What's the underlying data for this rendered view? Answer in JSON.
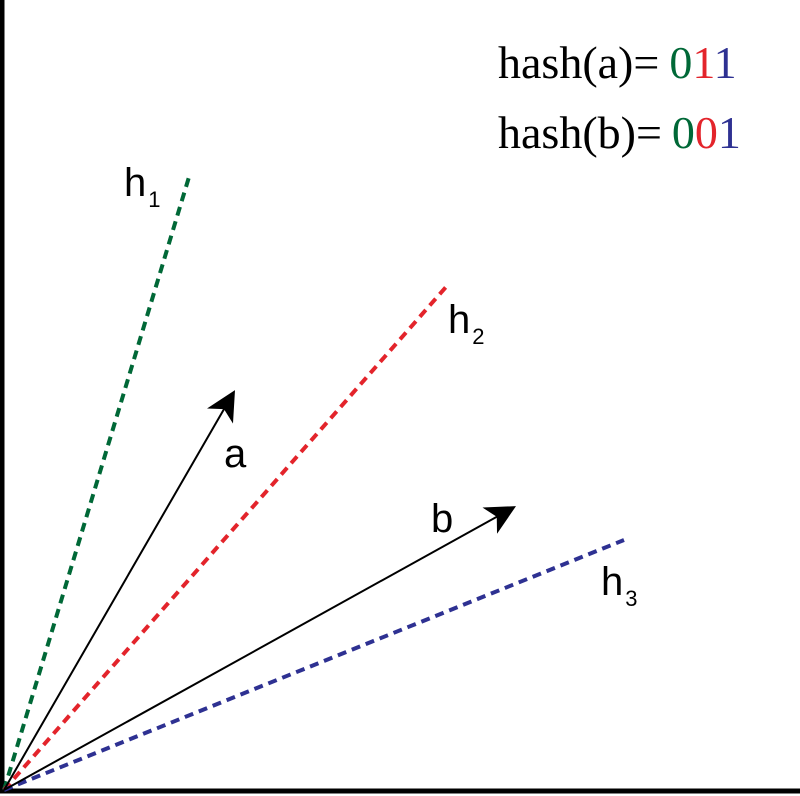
{
  "labels": {
    "h1": {
      "letter": "h",
      "sub": "1"
    },
    "h2": {
      "letter": "h",
      "sub": "2"
    },
    "h3": {
      "letter": "h",
      "sub": "3"
    },
    "a": "a",
    "b": "b"
  },
  "hashes": {
    "a": {
      "prefix": "hash(a)=",
      "bits": [
        "0",
        "1",
        "1"
      ]
    },
    "b": {
      "prefix": "hash(b)=",
      "bits": [
        "0",
        "0",
        "1"
      ]
    }
  },
  "colors": {
    "h1": "#006837",
    "h2": "#e3242b",
    "h3": "#2e3192",
    "vector": "#000000",
    "axis": "#000000"
  }
}
